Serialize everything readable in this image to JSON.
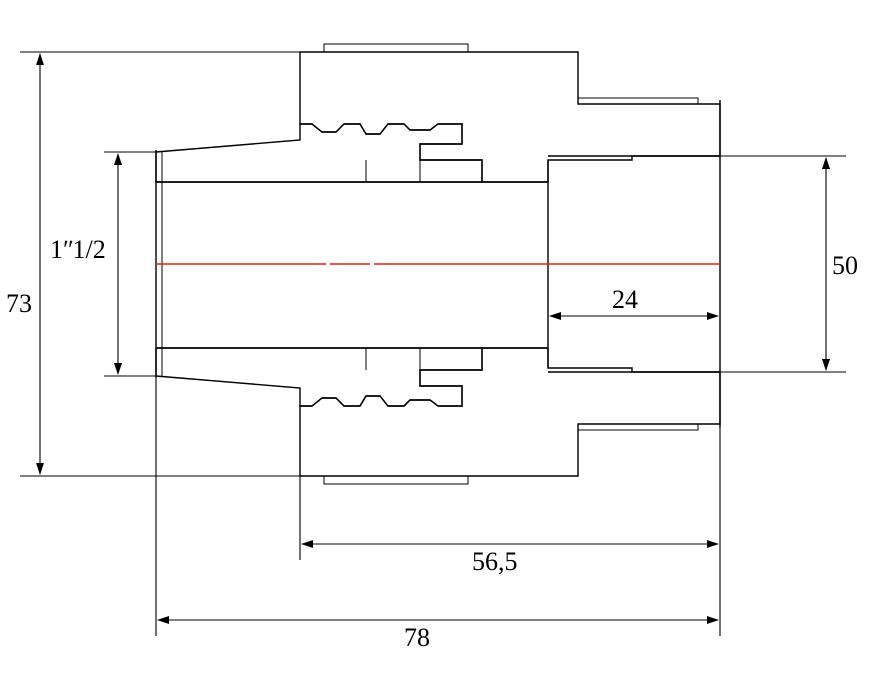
{
  "dimensions": {
    "total_height": "73",
    "thread": "1ʺ1/2",
    "outer_diameter": "50",
    "socket_depth": "24",
    "body_length": "56,5",
    "total_length": "78"
  },
  "colors": {
    "line": "#000000",
    "centerline": "#e0201c",
    "background": "#ffffff"
  }
}
